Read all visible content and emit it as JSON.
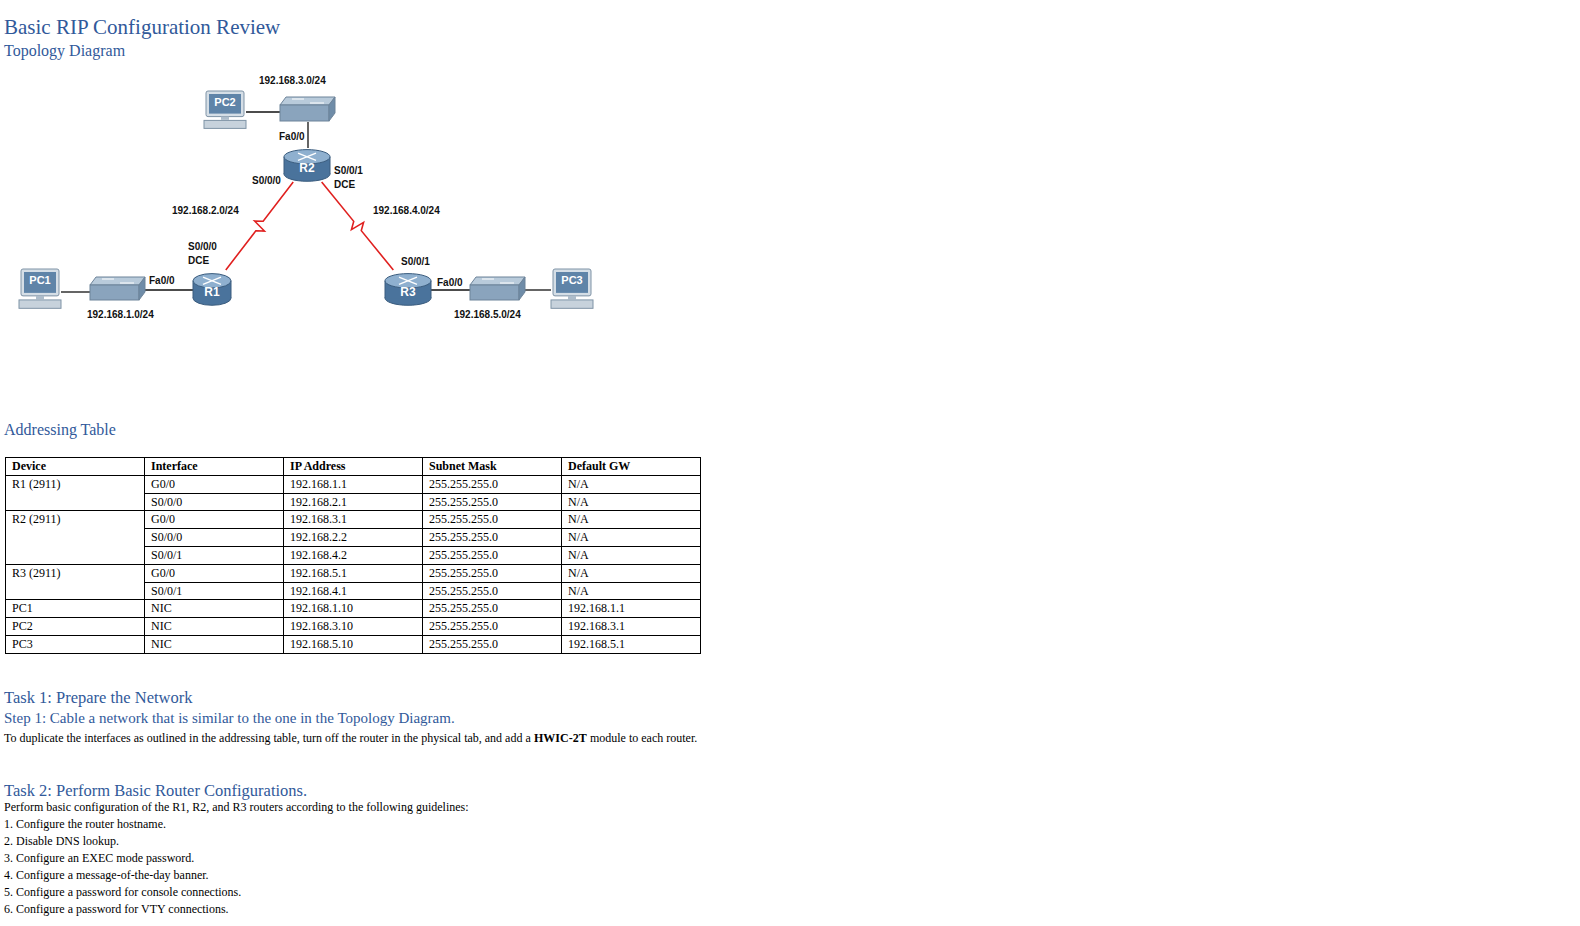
{
  "diagram": {
    "title": "Basic RIP Configuration Review",
    "nodes": [
      {
        "text": [
          "PC2"
        ]
      },
      {
        "text": [
          "R2"
        ]
      },
      {
        "text": [
          "PC1"
        ]
      },
      {
        "text": [
          "R1"
        ]
      },
      {
        "text": [
          "R3"
        ]
      },
      {
        "text": [
          "PC3"
        ]
      }
    ],
    "edges": [
      {
        "from": 3,
        "to": 1,
        "arrow": "none"
      },
      {
        "from": 1,
        "to": 4,
        "arrow": "none"
      }
    ],
    "labels": [
      "Topology Diagram",
      "192.168.3.0/24",
      "Fa0/0",
      "S0/0/0",
      "S0/0/1",
      "DCE",
      "192.168.2.0/24",
      "192.168.4.0/24",
      "S0/0/0",
      "DCE",
      "S0/0/1",
      "Fa0/0",
      "Fa0/0",
      "192.168.1.0/24",
      "192.168.5.0/24",
      "Addressing Table",
      "Device",
      "Interface",
      "IP Address",
      "Subnet Mask",
      "Default GW",
      "R1 (2911)",
      "G0/0",
      "192.168.1.1",
      "255.255.255.0",
      "N/A",
      "S0/0/0",
      "192.168.2.1",
      "255.255.255.0",
      "N/A",
      "R2 (2911)",
      "G0/0",
      "192.168.3.1",
      "255.255.255.0",
      "N/A",
      "S0/0/0",
      "192.168.2.2",
      "255.255.255.0",
      "N/A",
      "S0/0/1",
      "192.168.4.2",
      "255.255.255.0",
      "N/A",
      "R3 (2911)",
      "G0/0",
      "192.168.5.1",
      "255.255.255.0",
      "N/A",
      "S0/0/1",
      "192.168.4.1",
      "255.255.255.0",
      "N/A",
      "PC1",
      "NIC",
      "192.168.1.10",
      "255.255.255.0",
      "192.168.1.1",
      "PC2",
      "NIC",
      "192.168.3.10",
      "255.255.255.0",
      "192.168.3.1",
      "PC3",
      "NIC",
      "192.168.5.10",
      "255.255.255.0",
      "192.168.5.1",
      "Task 1: Prepare the Network",
      "Step 1: Cable a network that is similar to the one in the Topology Diagram.",
      "To duplicate the interfaces as outlined in the addressing table, turn off the router in the physical tab, and add a",
      "HWIC-2T",
      "module to each router.",
      "Task 2: Perform Basic Router Configurations.",
      "Perform basic configuration of the R1, R2, and R3 routers according to the following guidelines:",
      "1. Configure the router hostname.",
      "2. Disable DNS lookup.",
      "3. Configure an EXEC mode password.",
      "4. Configure a message-of-the-day banner.",
      "5. Configure a password for console connections.",
      "6. Configure a password for VTY connections."
    ]
  }
}
